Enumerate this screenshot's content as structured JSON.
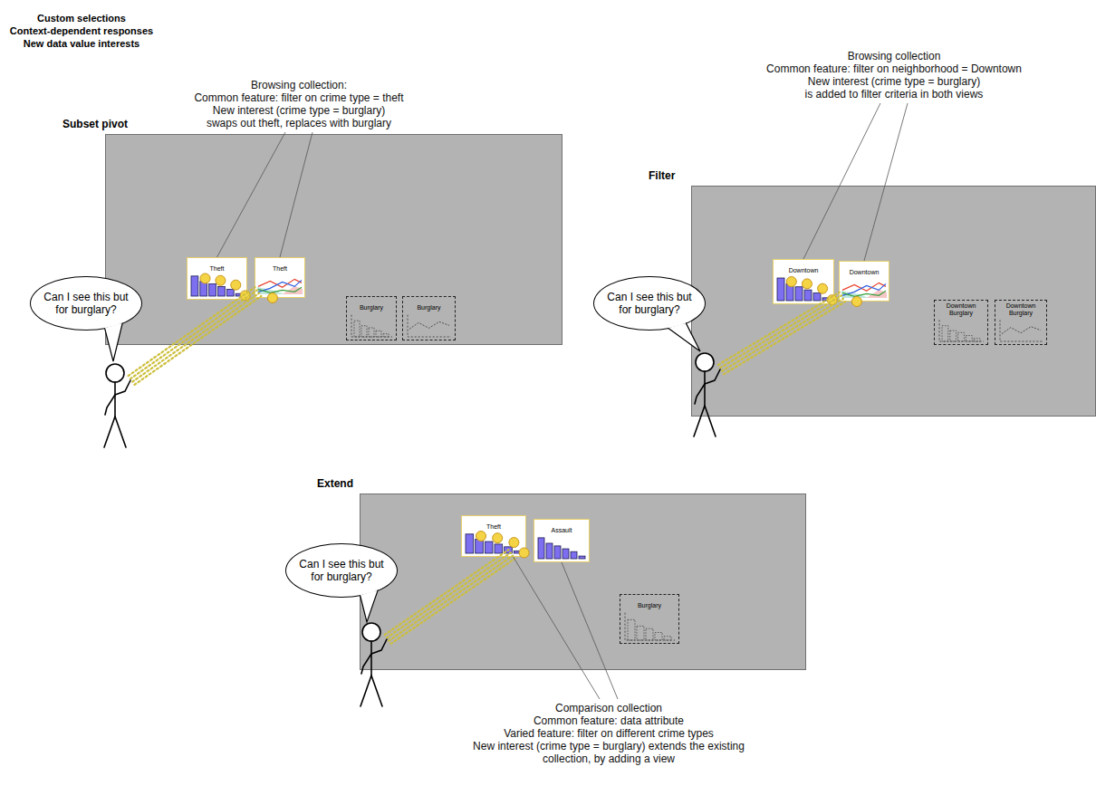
{
  "diagram": {
    "nodes": [
      {
        "text": [
          "Subset pivot"
        ]
      },
      {
        "text": [
          "Theft"
        ],
        "in": 0
      },
      {
        "text": [
          "Theft"
        ],
        "in": 0
      },
      {
        "text": [
          "Burglary"
        ],
        "in": 0
      },
      {
        "text": [
          "Burglary"
        ],
        "in": 0
      },
      {
        "text": [
          "Can I see this but for burglary?"
        ]
      },
      {
        "text": [
          "Filter"
        ]
      },
      {
        "text": [
          "Downtown"
        ],
        "in": 6
      },
      {
        "text": [
          "Downtown"
        ],
        "in": 6
      },
      {
        "text": [
          "Downtown Burglary"
        ],
        "in": 6
      },
      {
        "text": [
          "Downtown Burglary"
        ],
        "in": 6
      },
      {
        "text": [
          "Can I see this but for burglary?"
        ]
      },
      {
        "text": [
          "Extend"
        ]
      },
      {
        "text": [
          "Theft"
        ],
        "in": 12
      },
      {
        "text": [
          "Assault"
        ],
        "in": 12
      },
      {
        "text": [
          "Burglary"
        ],
        "in": 12
      },
      {
        "text": [
          "Can I see this but for burglary?"
        ]
      }
    ],
    "labels": [
      "Custom selections",
      "Context-dependent responses",
      "New data value interests",
      "Browsing collection:",
      "Common feature: filter on crime type = theft",
      "New interest (crime type = burglary)",
      "swaps out theft, replaces with burglary",
      "Browsing collection",
      "Common feature: filter on neighborhood = Downtown",
      "New interest (crime type = burglary)",
      "is added to filter criteria in both views",
      "Comparison collection",
      "Common feature: data attribute",
      "Varied feature: filter on different crime types",
      "New interest (crime type = burglary) extends the existing",
      "collection, by adding a view"
    ]
  }
}
